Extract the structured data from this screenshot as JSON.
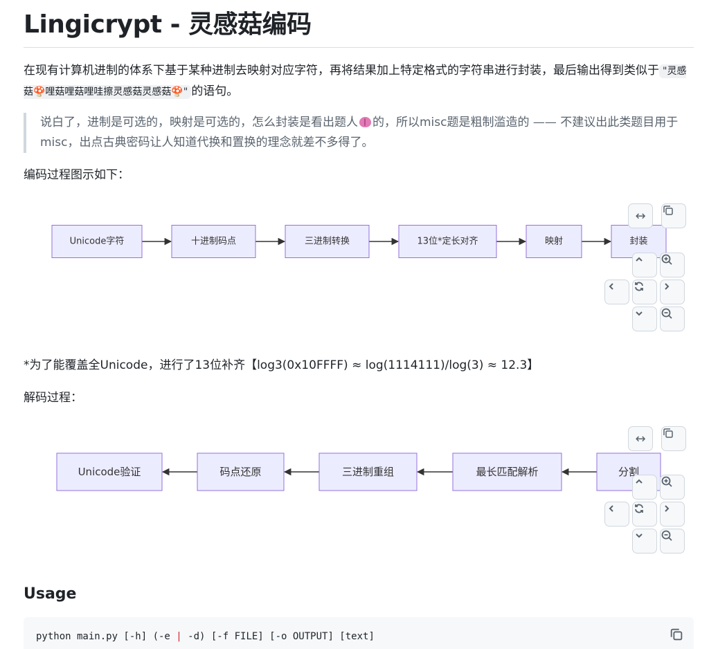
{
  "page": {
    "title": "Lingicrypt - 灵感菇编码",
    "intro_before": "在现有计算机进制的体系下基于某种进制去映射对应字符，再将结果加上特定格式的字符串进行封装，最后输出得到类似于",
    "intro_code": "\"灵感菇🍄哩菇哩菇哩哇擦灵感菇灵感菇🍄\"",
    "intro_after": "的语句。",
    "quote_before": "说白了，进制是可选的，映射是可选的，怎么封装是看出题人",
    "quote_after": "的，所以misc题是粗制滥造的 —— 不建议出此类题目用于misc，出点古典密码让人知道代换和置换的理念就差不多得了。",
    "encode_heading": "编码过程图示如下：",
    "note": "*为了能覆盖全Unicode，进行了13位补齐【log3(0x10FFFF) ≈ log(1114111)/log(3) ≈ 12.3】",
    "decode_heading": "解码过程：",
    "usage_heading": "Usage",
    "code_before": "python main.py [-h] (-e ",
    "code_pipe": "|",
    "code_after": " -d) [-f FILE] [-o OUTPUT] [text]"
  },
  "encode_diagram": {
    "nodes": [
      "Unicode字符",
      "十进制码点",
      "三进制转换",
      "13位*定长对齐",
      "映射",
      "封装"
    ],
    "direction": "left-to-right"
  },
  "decode_diagram": {
    "nodes": [
      "Unicode验证",
      "码点还原",
      "三进制重组",
      "最长匹配解析",
      "分割"
    ],
    "direction": "right-to-left"
  },
  "controls": {
    "fit_icon": "↔",
    "copy_icon": "copy-icon",
    "up_icon": "chevron-up-icon",
    "down_icon": "chevron-down-icon",
    "left_icon": "chevron-left-icon",
    "right_icon": "chevron-right-icon",
    "zoom_in_icon": "zoom-in-icon",
    "zoom_out_icon": "zoom-out-icon",
    "reset_icon": "reset-icon"
  },
  "colors": {
    "node_fill": "#ececff",
    "node_stroke": "#9370db",
    "edge": "#333333",
    "pipe": "#cf222e"
  }
}
